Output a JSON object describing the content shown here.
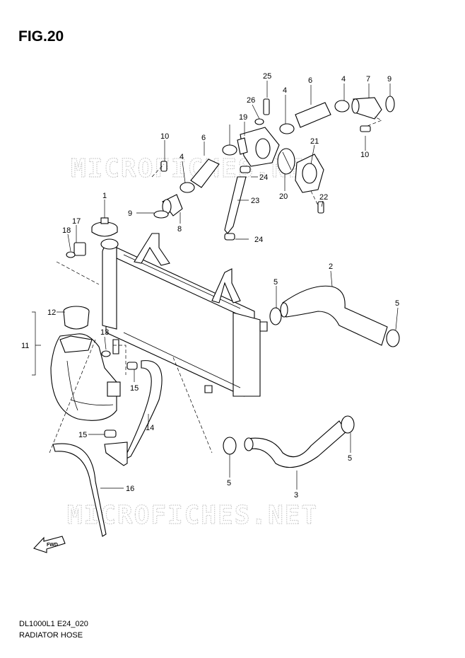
{
  "figure_title": "FIG.20",
  "watermark_text": "MICROFICHES.NET",
  "footer": {
    "code": "DL1000L1 E24_020",
    "title": "RADIATOR HOSE"
  },
  "fwd_label": "FWD",
  "callouts": [
    "25",
    "26",
    "19",
    "4",
    "6",
    "4",
    "7",
    "9",
    "10",
    "10",
    "6",
    "4",
    "21",
    "24",
    "20",
    "22",
    "23",
    "1",
    "9",
    "8",
    "17",
    "18",
    "24",
    "2",
    "5",
    "5",
    "12",
    "11",
    "13",
    "15",
    "14",
    "15",
    "16",
    "5",
    "5",
    "3"
  ]
}
